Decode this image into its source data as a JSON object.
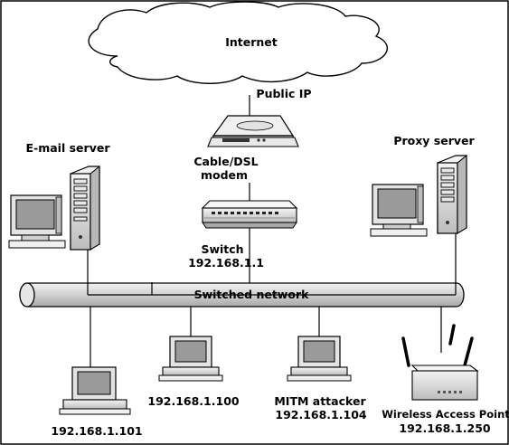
{
  "labels": {
    "internet": "Internet",
    "public_ip": "Public IP",
    "modem_line1": "Cable/DSL",
    "modem_line2": "modem",
    "email_server": "E-mail server",
    "proxy_server": "Proxy server",
    "switch_line1": "Switch",
    "switch_line2": "192.168.1.1",
    "switched_network": "Switched network",
    "host_101": "192.168.1.101",
    "host_100": "192.168.1.100",
    "mitm_line1": "MITM attacker",
    "mitm_line2": "192.168.1.104",
    "wap_line1": "Wireless Access Point",
    "wap_line2": "192.168.1.250"
  },
  "colors": {
    "outline": "#000000",
    "device_fill": "#dcdcdc",
    "screen_fill": "#9a9a9a",
    "cloud_fill": "#ffffff",
    "bus_fill": "#d2d2d2"
  },
  "icons": {
    "cloud": "cloud-icon",
    "modem": "modem-icon",
    "switch": "switch-icon",
    "server": "server-tower-icon",
    "workstation": "workstation-icon",
    "access_point": "access-point-icon"
  }
}
